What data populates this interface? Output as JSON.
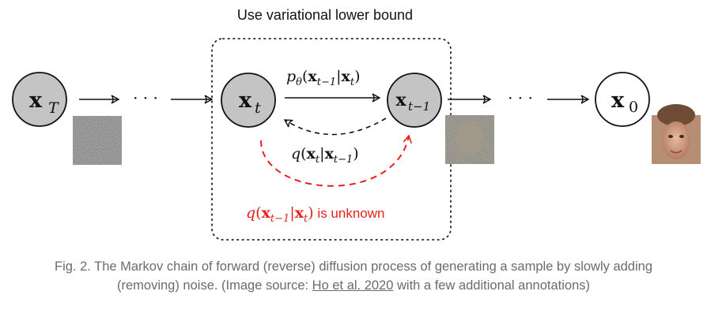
{
  "title": "Use variational lower bound",
  "nodes": {
    "xT": {
      "var": "x",
      "sub": "T"
    },
    "xt": {
      "var": "x",
      "sub": "t"
    },
    "xt1": {
      "var": "x",
      "sub": "t−1"
    },
    "x0": {
      "var": "x",
      "sub": "0"
    }
  },
  "edges": {
    "ellipsis": "· · ·",
    "p_label": {
      "fn": "p",
      "sub": "θ",
      "arg": "x",
      "arg_sub": "t−1",
      "bar": "|",
      "cond": "x",
      "cond_sub": "t"
    },
    "q_label": {
      "fn": "q",
      "arg": "x",
      "arg_sub": "t",
      "bar": "|",
      "cond": "x",
      "cond_sub": "t−1"
    },
    "q_unknown": {
      "fn": "q",
      "arg": "x",
      "arg_sub": "t−1",
      "bar": "|",
      "cond": "x",
      "cond_sub": "t",
      "text": " is unknown"
    }
  },
  "colors": {
    "node_fill": "#c4c4c4",
    "red": "#e8211b",
    "caption": "#6b6b6b"
  },
  "caption": {
    "before": "Fig. 2. The Markov chain of forward (reverse) diffusion process of generating a sample by slowly adding (removing) noise. (Image source: ",
    "link": "Ho et al. 2020",
    "after": " with a few additional annotations)"
  }
}
